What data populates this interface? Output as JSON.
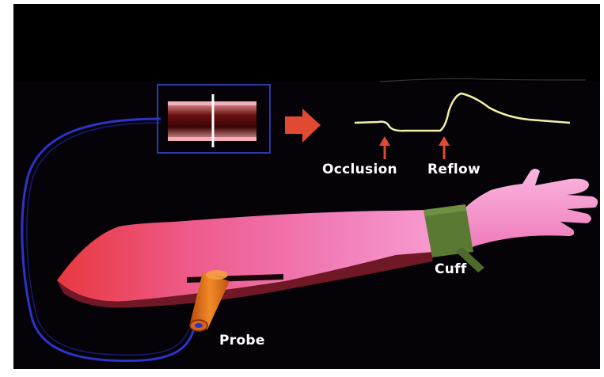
{
  "labels": {
    "occlusion": "Occlusion",
    "reflow": "Reflow",
    "cuff": "Cuff",
    "probe": "Probe"
  },
  "colors": {
    "background": "#050307",
    "top_band": "#000000",
    "cable": "#2c34c8",
    "monitor_frame": "#2a3ba8",
    "arrow": "#e04a32",
    "signal_trace": "#f4f0a8",
    "marker_arrows": "#e04a32",
    "arm": "#f07ab4",
    "cuff": "#5a7a33",
    "probe": "#e0781e"
  },
  "icons": {
    "monitor": "laser-doppler-monitor-icon",
    "arrow": "right-arrow-icon",
    "arm": "arm-diagram",
    "cuff": "pressure-cuff-icon",
    "probe": "probe-icon"
  }
}
